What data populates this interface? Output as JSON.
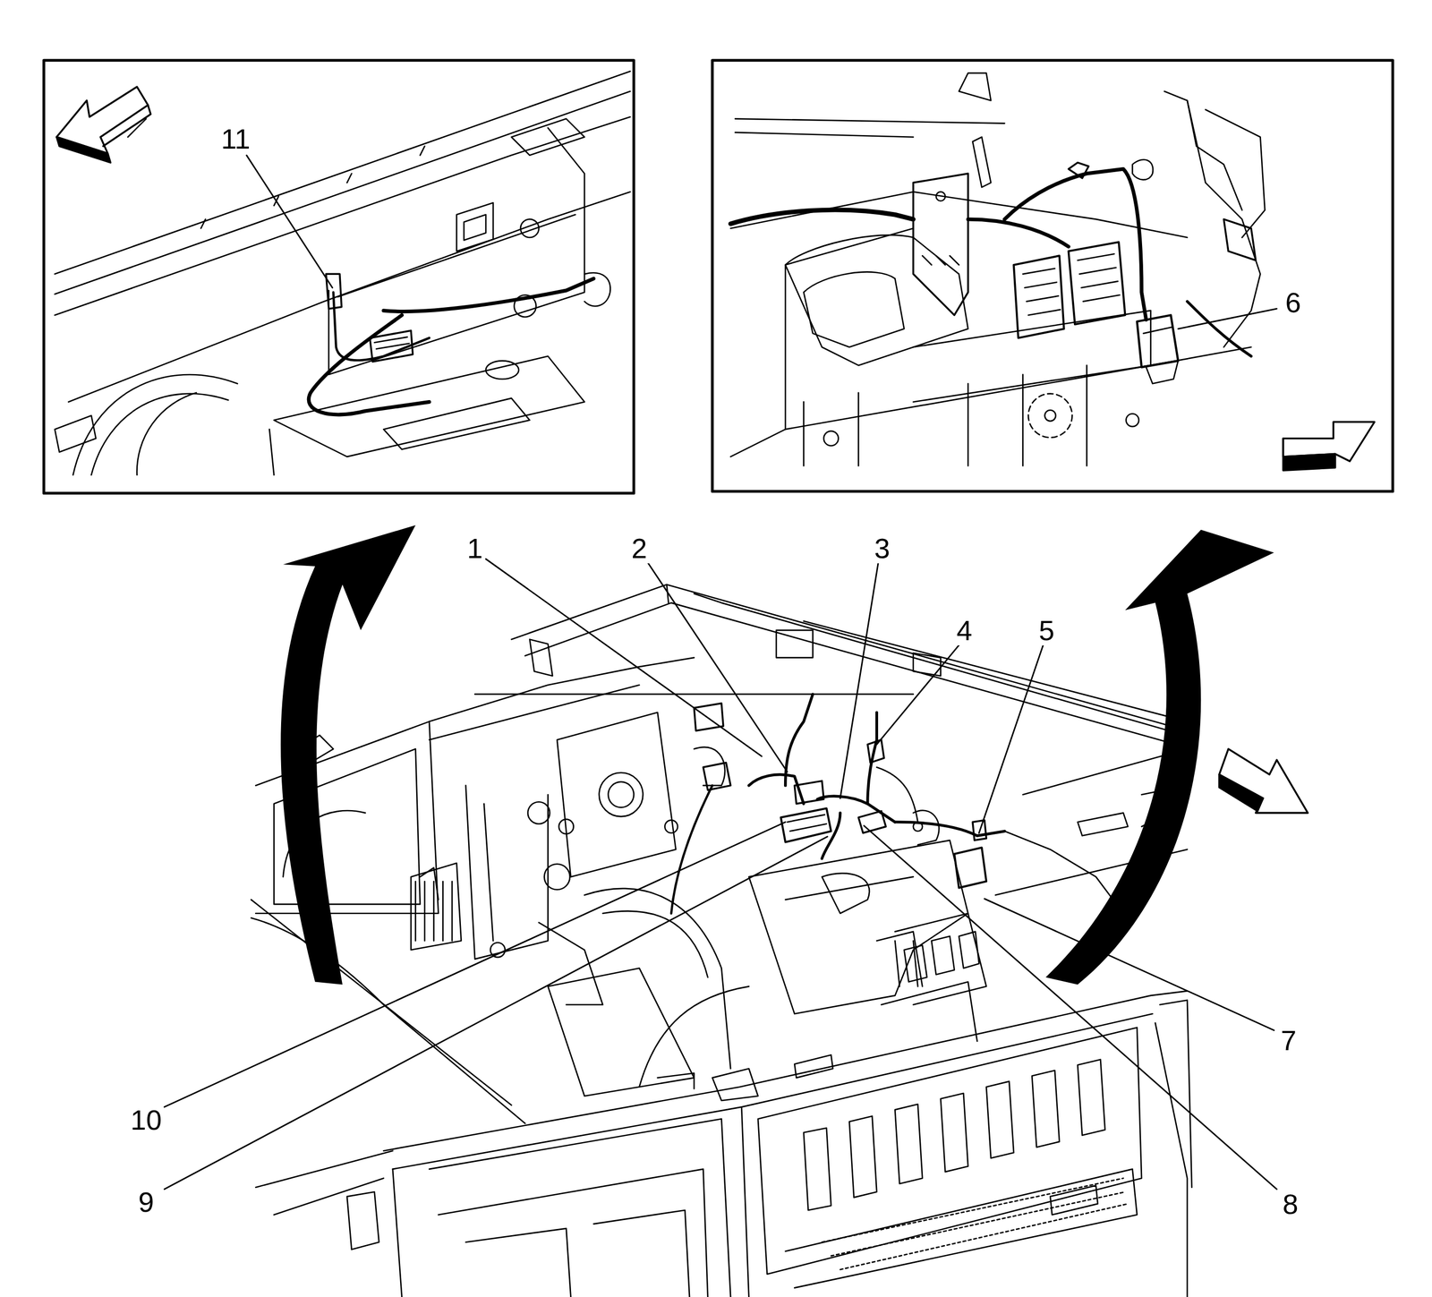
{
  "diagram": {
    "labels": [
      "11",
      "6",
      "1",
      "2",
      "3",
      "4",
      "5",
      "10",
      "9",
      "8",
      "7"
    ]
  }
}
